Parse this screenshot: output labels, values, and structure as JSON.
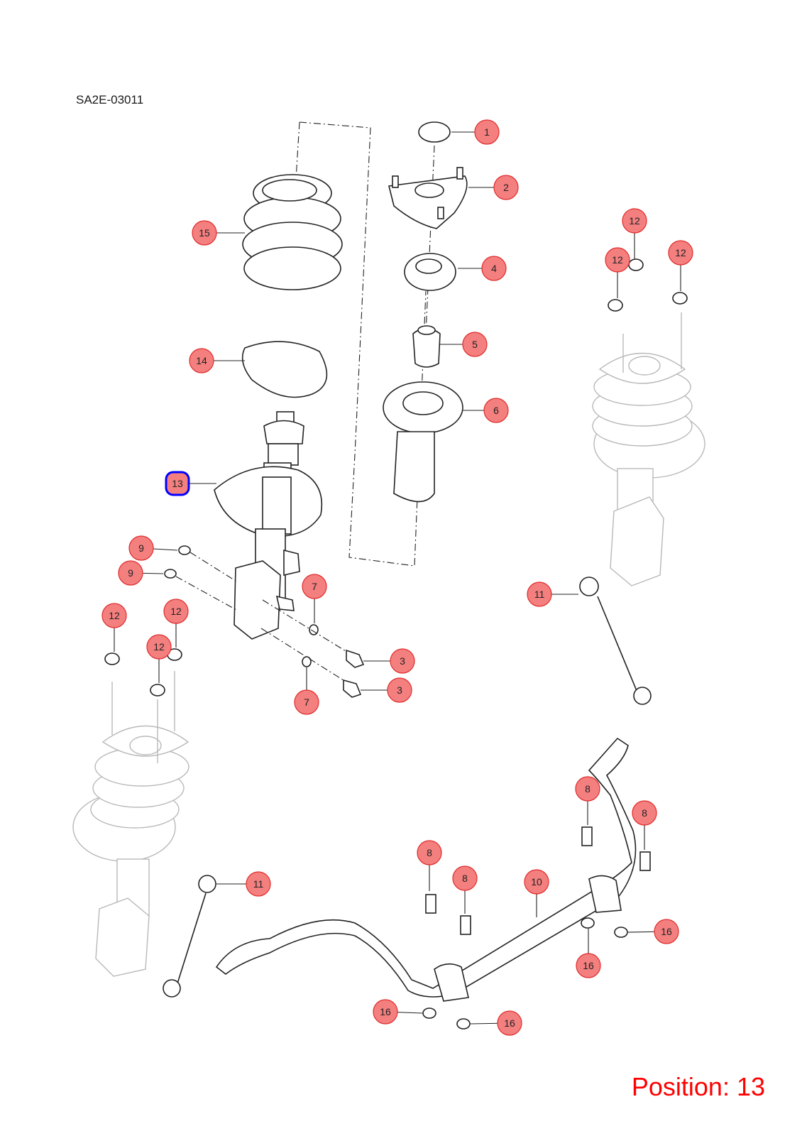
{
  "diagram_code": "SA2E-03011",
  "position_label": "Position: 13",
  "accent_color": "#f47f7f",
  "selected_color": "#0000ff",
  "callouts": [
    {
      "label": "1"
    },
    {
      "label": "2"
    },
    {
      "label": "4"
    },
    {
      "label": "5"
    },
    {
      "label": "6"
    },
    {
      "label": "15"
    },
    {
      "label": "14"
    },
    {
      "label": "13"
    },
    {
      "label": "12"
    },
    {
      "label": "12"
    },
    {
      "label": "12"
    },
    {
      "label": "11"
    },
    {
      "label": "9"
    },
    {
      "label": "9"
    },
    {
      "label": "7"
    },
    {
      "label": "7"
    },
    {
      "label": "3"
    },
    {
      "label": "3"
    },
    {
      "label": "12"
    },
    {
      "label": "12"
    },
    {
      "label": "12"
    },
    {
      "label": "11"
    },
    {
      "label": "8"
    },
    {
      "label": "8"
    },
    {
      "label": "8"
    },
    {
      "label": "8"
    },
    {
      "label": "10"
    },
    {
      "label": "16"
    },
    {
      "label": "16"
    },
    {
      "label": "16"
    },
    {
      "label": "16"
    }
  ]
}
